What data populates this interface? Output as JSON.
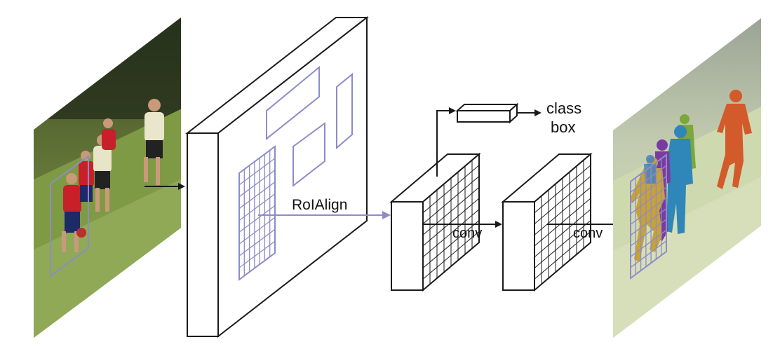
{
  "labels": {
    "roi_align": "RoIAlign",
    "class": "class",
    "box": "box",
    "conv_1": "conv",
    "conv_2": "conv"
  },
  "colors": {
    "roi_line": "#8c8cc8",
    "outline": "#1a1a1a",
    "mask_orange": "#d35a2a",
    "mask_teal": "#2f86b8",
    "mask_green": "#7aa83a",
    "mask_purple": "#7b3aa0",
    "mask_gold": "#c9a233"
  },
  "icons": {
    "input_image": "soccer-photo",
    "output_image": "segmented-soccer-photo"
  }
}
